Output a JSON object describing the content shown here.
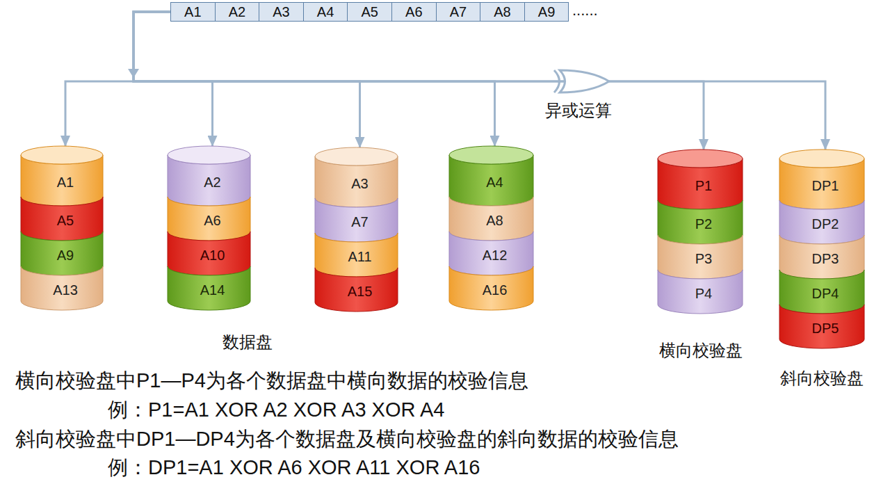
{
  "diagram": {
    "nodes": [
      {
        "text": [
          "A1"
        ]
      },
      {
        "text": [
          "A2"
        ]
      },
      {
        "text": [
          "A3"
        ]
      },
      {
        "text": [
          "A4"
        ]
      },
      {
        "text": [
          "A5"
        ]
      },
      {
        "text": [
          "A6"
        ]
      },
      {
        "text": [
          "A7"
        ]
      },
      {
        "text": [
          "A8"
        ]
      },
      {
        "text": [
          "A9"
        ]
      },
      {
        "text": [
          "A1"
        ]
      },
      {
        "text": [
          "A5"
        ]
      },
      {
        "text": [
          "A9"
        ]
      },
      {
        "text": [
          "A13"
        ]
      },
      {
        "text": [
          "A2"
        ]
      },
      {
        "text": [
          "A6"
        ]
      },
      {
        "text": [
          "A10"
        ]
      },
      {
        "text": [
          "A14"
        ]
      },
      {
        "text": [
          "A3"
        ]
      },
      {
        "text": [
          "A7"
        ]
      },
      {
        "text": [
          "A11"
        ]
      },
      {
        "text": [
          "A15"
        ]
      },
      {
        "text": [
          "A4"
        ]
      },
      {
        "text": [
          "A8"
        ]
      },
      {
        "text": [
          "A12"
        ]
      },
      {
        "text": [
          "A16"
        ]
      },
      {
        "text": [
          "P1"
        ]
      },
      {
        "text": [
          "P2"
        ]
      },
      {
        "text": [
          "P3"
        ]
      },
      {
        "text": [
          "P4"
        ]
      },
      {
        "text": [
          "DP1"
        ]
      },
      {
        "text": [
          "DP2"
        ]
      },
      {
        "text": [
          "DP3"
        ]
      },
      {
        "text": [
          "DP4"
        ]
      },
      {
        "text": [
          "DP5"
        ]
      }
    ],
    "edges": [
      {
        "from": 0,
        "to": 9,
        "arrow": "to"
      },
      {
        "from": 0,
        "to": 13,
        "arrow": "to"
      },
      {
        "from": 0,
        "to": 17,
        "arrow": "to"
      },
      {
        "from": 0,
        "to": 21,
        "arrow": "to"
      },
      {
        "from": 0,
        "to": 25,
        "arrow": "to"
      },
      {
        "from": 0,
        "to": 29,
        "arrow": "to"
      }
    ],
    "labels": [
      "......",
      "异或运算",
      "数据盘",
      "横向校验盘",
      "斜向校验盘",
      "横向校验盘中P1—P4为各个数据盘中横向数据的校验信息",
      "例：P1=A1 XOR A2 XOR A3 XOR A4",
      "斜向校验盘中DP1—DP4为各个数据盘及横向校验盘的斜向数据的校验信息",
      "例：DP1=A1 XOR A6 XOR A11 XOR A16"
    ]
  }
}
